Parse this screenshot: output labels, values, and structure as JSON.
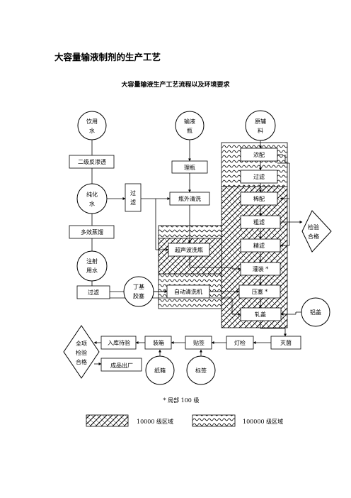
{
  "document": {
    "title": "大容量输液制剂的生产工艺",
    "subtitle": "大容量输液生产工艺流程以及环境要求"
  },
  "nodes": {
    "drinking_water": [
      "饮用",
      "水"
    ],
    "infusion_bottle": [
      "输液",
      "瓶"
    ],
    "raw_material": [
      "原辅",
      "料"
    ],
    "two_stage_ro": "二级反渗透",
    "bottle_sorting": "理瓶",
    "pure_water": [
      "纯化",
      "水"
    ],
    "filter_box": [
      "过",
      "滤"
    ],
    "bottle_outer_wash": "瓶外清洗",
    "multi_effect_distill": "多效蒸馏",
    "injection_water": [
      "注射",
      "用水"
    ],
    "filter_left": "过滤",
    "butyl_stopper": [
      "丁基",
      "胶塞"
    ],
    "ultrasonic_wash": "超声波洗瓶",
    "auto_washer": "自动清洗机",
    "concentrated_prep": "浓配",
    "filter_right": "过滤",
    "dilute_prep": "稀配",
    "coarse_filter": "粗滤",
    "fine_filter": "精滤",
    "filling": "灌装 *",
    "stoppering": "压塞 *",
    "capping": "轧盖",
    "inspection_pass": [
      "检验",
      "合格"
    ],
    "aluminum_cap": "铝盖",
    "sterilization": "灭菌",
    "light_inspection": "灯检",
    "labeling": "贴签",
    "boxing": "装箱",
    "storage_pending": "入库待验",
    "full_inspection": [
      "全项",
      "检验",
      "合格"
    ],
    "product_release": "成品出厂",
    "carton": "纸箱",
    "label": "标签"
  },
  "legend": {
    "local_grade": "*  局部 100 级",
    "grade_10000": "10000 级区域",
    "grade_100000": "100000 级区域"
  }
}
